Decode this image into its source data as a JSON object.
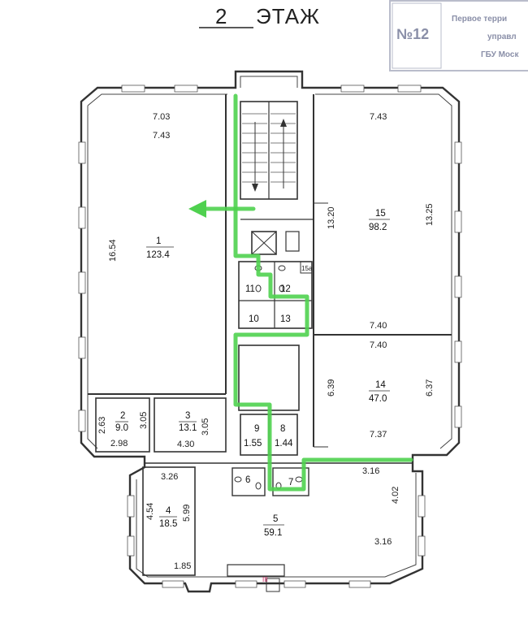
{
  "header": {
    "floor_number": "2",
    "floor_word": "ЭТАЖ"
  },
  "stamp": {
    "number": "№12",
    "line1": "Первое терри",
    "line2": "управл",
    "line3": "ГБУ Моск"
  },
  "rooms": {
    "r1": {
      "num": "1",
      "area": "123.4"
    },
    "r2": {
      "num": "2",
      "area": "9.0"
    },
    "r3": {
      "num": "3",
      "area": "13.1"
    },
    "r4": {
      "num": "4",
      "area": "18.5"
    },
    "r5": {
      "num": "5",
      "area": "59.1"
    },
    "r6": {
      "num": "6"
    },
    "r7": {
      "num": "7"
    },
    "r8": {
      "num": "8",
      "dim": "1.44"
    },
    "r9": {
      "num": "9",
      "dim": "1.55"
    },
    "r10": {
      "num": "10"
    },
    "r11": {
      "num": "11"
    },
    "r12": {
      "num": "12"
    },
    "r13": {
      "num": "13"
    },
    "r14": {
      "num": "14",
      "area": "47.0"
    },
    "r15": {
      "num": "15",
      "area": "98.2"
    },
    "r15a": {
      "num": "15a"
    }
  },
  "dims": {
    "d703": "7.03",
    "d743a": "7.43",
    "d1654": "16.54",
    "d743b": "7.43",
    "d1320": "13.20",
    "d1325": "13.25",
    "d740a": "7.40",
    "d740b": "7.40",
    "d639": "6.39",
    "d637": "6.37",
    "d737": "7.37",
    "d263": "2.63",
    "d305a": "3.05",
    "d298": "2.98",
    "d305b": "3.05",
    "d430": "4.30",
    "d326": "3.26",
    "d454": "4.54",
    "d599": "5.99",
    "d185": "1.85",
    "d316a": "3.16",
    "d402": "4.02",
    "d316b": "3.16"
  },
  "markers": {
    "stair_mark": "III"
  },
  "colors": {
    "route": "#4fd14f",
    "wall": "#333333",
    "stamp": "#8a8fa8"
  }
}
